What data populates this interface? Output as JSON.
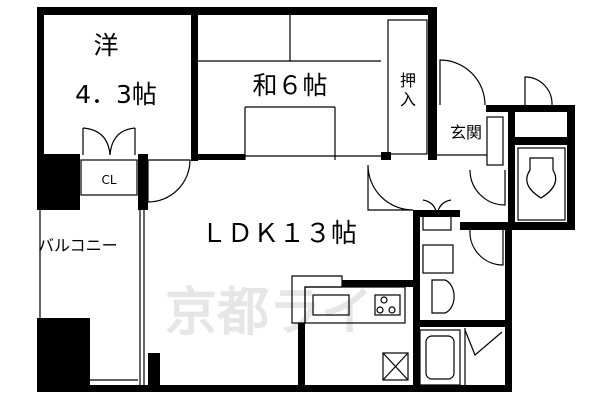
{
  "rooms": {
    "western_room": {
      "name": "洋",
      "size": "4．3帖"
    },
    "japanese_room": {
      "label": "和６帖"
    },
    "closet_oshiire": {
      "label": "押入"
    },
    "entrance": {
      "label": "玄関"
    },
    "closet": {
      "label": "CL"
    },
    "ldk": {
      "label": "ＬＤＫ１３帖"
    },
    "balcony": {
      "label": "バルコニー"
    }
  },
  "watermark": {
    "text": "京都ライフ"
  },
  "colors": {
    "wall": "#000000",
    "background": "#ffffff",
    "watermark": "#e6e6e6"
  }
}
